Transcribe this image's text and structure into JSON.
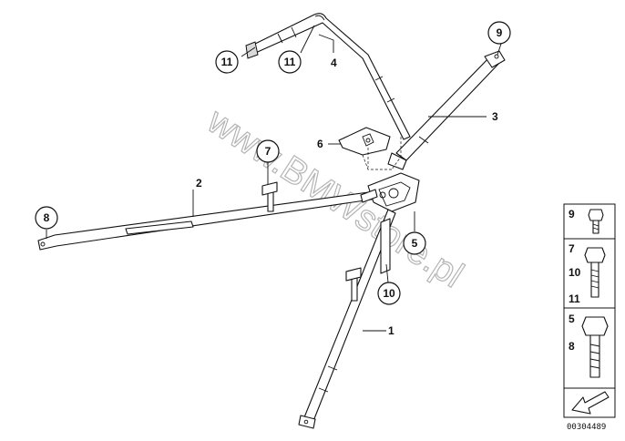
{
  "diagram": {
    "watermark": "www.BMWstore.pl",
    "image_number": "00304489",
    "callouts": {
      "c1": "1",
      "c2": "2",
      "c3": "3",
      "c4": "4",
      "c5": "5",
      "c6": "6",
      "c7": "7",
      "c8": "8",
      "c9": "9",
      "c10": "10",
      "c11a": "11",
      "c11b": "11"
    },
    "legend": {
      "box1": [
        "9"
      ],
      "box2": [
        "7",
        "10",
        "11"
      ],
      "box3": [
        "5",
        "8"
      ]
    }
  }
}
